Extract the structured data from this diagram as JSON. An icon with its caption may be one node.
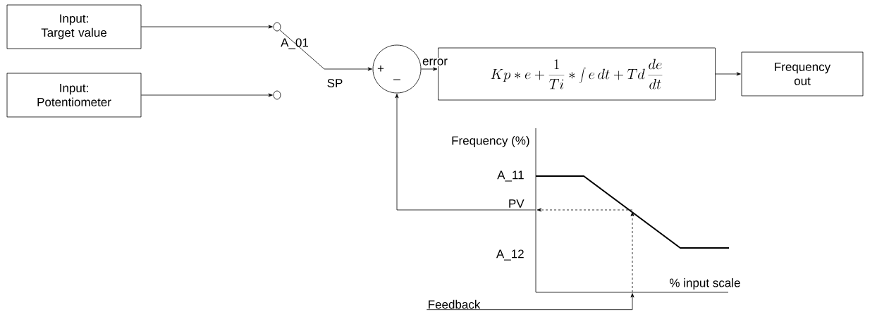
{
  "diagram": {
    "nodes": [
      {
        "text": [
          "Input:",
          "Target value"
        ]
      },
      {
        "text": [
          "Input:",
          "Potentiometer"
        ]
      },
      {
        "text": [],
        "shape": "circle"
      },
      {
        "text": [],
        "shape": "circle"
      },
      {
        "text": [
          "+",
          "_"
        ]
      },
      {
        "text": [
          "Kp * e + \\frac{1}{Ti} * \\int e\\,dt + Td\\,\\frac{de}{dt}"
        ]
      },
      {
        "text": [
          "Frequency out"
        ]
      },
      {
        "text": [
          "Feedback"
        ]
      },
      {
        "text": [],
        "shape": "picture"
      }
    ],
    "edges": [
      {
        "from": 0,
        "to": 2,
        "arrow": "to"
      },
      {
        "from": 1,
        "to": 3,
        "arrow": "to"
      },
      {
        "from": 2,
        "to": 4,
        "arrow": "to",
        "label": "SP"
      },
      {
        "from": 4,
        "to": 5,
        "arrow": "to",
        "label": "error"
      },
      {
        "from": 5,
        "to": 6,
        "arrow": "to"
      },
      {
        "from": 8,
        "to": 4,
        "arrow": "to"
      },
      {
        "from": 7,
        "to": 8,
        "arrow": "to"
      }
    ],
    "labels": [
      "A_01",
      "Frequency (%)",
      "A_11",
      "PV",
      "A_12",
      "% input scale"
    ]
  }
}
